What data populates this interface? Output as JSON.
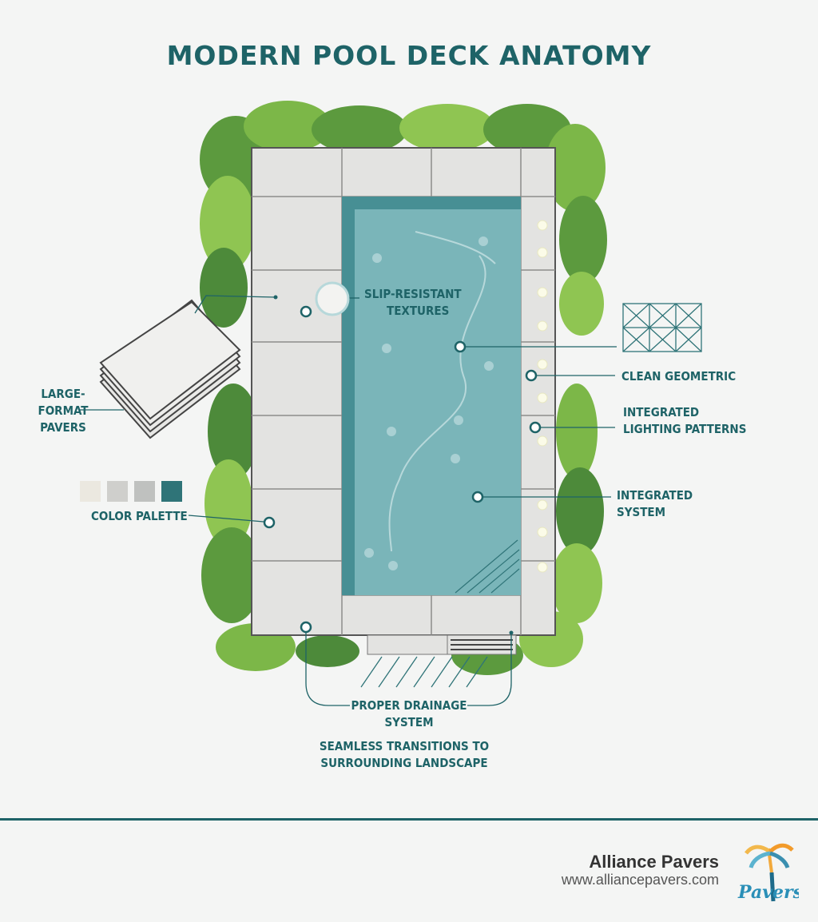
{
  "title": "MODERN POOL DECK ANATOMY",
  "labels": {
    "large_format": [
      "LARGE-FORMAT",
      "PAVERS"
    ],
    "slip_resistant": [
      "SLIP-RESISTANT",
      "TEXTURES"
    ],
    "clean_geometric": "CLEAN GEOMETRIC",
    "lighting": [
      "INTEGRATED",
      "LIGHTING PATTERNS"
    ],
    "integrated_system": [
      "INTEGRATED",
      "SYSTEM"
    ],
    "color_palette": "COLOR PALETTE",
    "drainage": [
      "PROPER DRAINAGE",
      "SYSTEM"
    ],
    "transitions": [
      "SEAMLESS TRANSITIONS TO",
      "SURROUNDING LANDSCAPE"
    ]
  },
  "palette": [
    "#ebe8e0",
    "#cfcfcc",
    "#bfc1bf",
    "#2f7478"
  ],
  "colors": {
    "accent": "#1e6367",
    "water": "#7ab5b9",
    "water_edge": "#478f94",
    "deck": "#e3e3e1",
    "foliage_dark": "#4d8a3a",
    "foliage_light": "#8fc552"
  },
  "footer": {
    "company": "Alliance Pavers",
    "url": "www.alliancepavers.com",
    "logo_text": "Pavers"
  }
}
